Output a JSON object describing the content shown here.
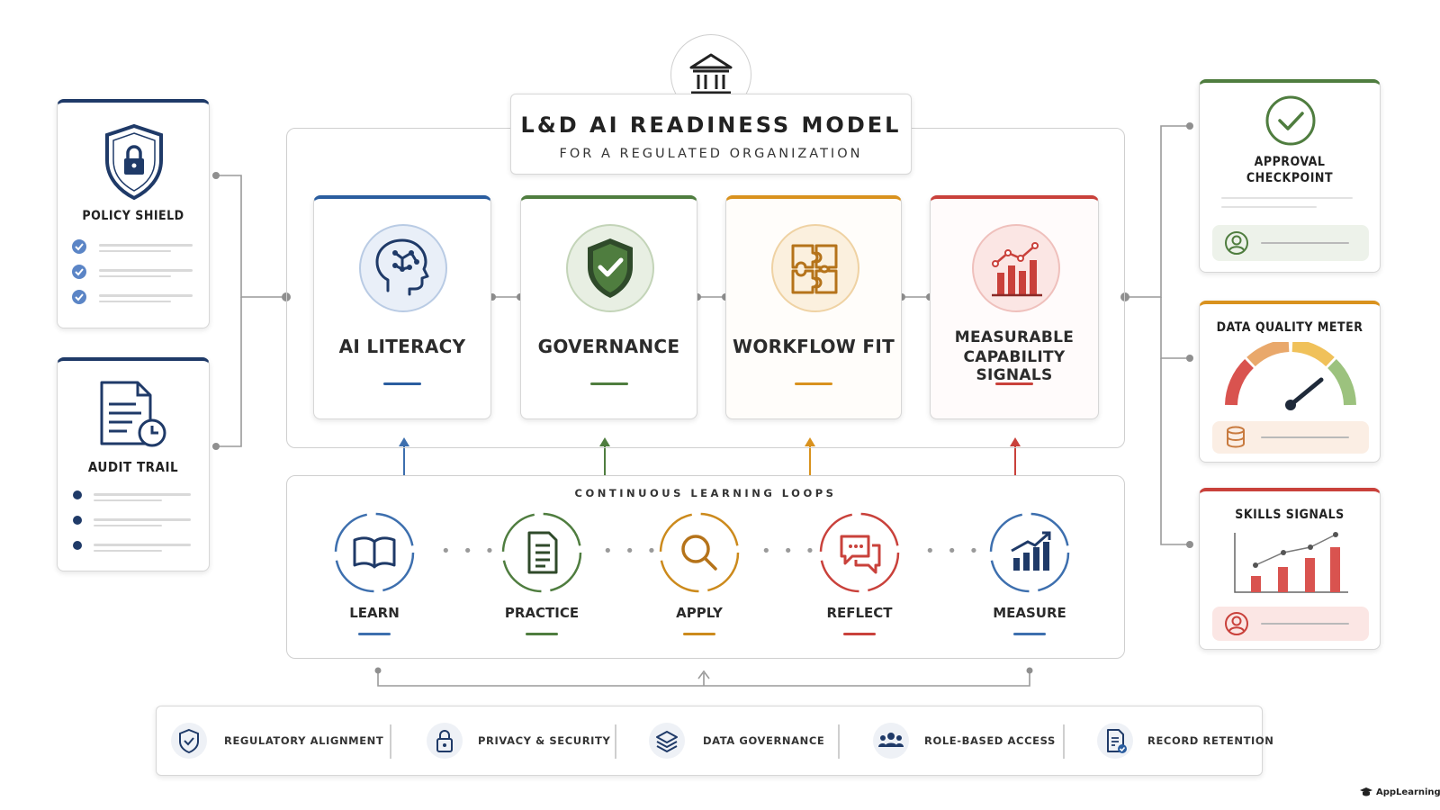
{
  "header": {
    "title": "L&D AI READINESS MODEL",
    "subtitle": "FOR A REGULATED ORGANIZATION",
    "icon": "institution-icon"
  },
  "left_cards": {
    "policy": {
      "title": "POLICY SHIELD",
      "icon": "shield-lock-icon",
      "checks": 3
    },
    "audit": {
      "title": "AUDIT TRAIL",
      "icon": "document-clock-icon",
      "bullets": 3
    }
  },
  "pillars": [
    {
      "label": "AI LITERACY",
      "icon": "brain-circuit-icon",
      "color": "#2a5d9f"
    },
    {
      "label": "GOVERNANCE",
      "icon": "shield-check-icon",
      "color": "#4f7d3f"
    },
    {
      "label": "WORKFLOW FIT",
      "icon": "puzzle-icon",
      "color": "#d9921e"
    },
    {
      "label_line1": "MEASURABLE",
      "label_line2": "CAPABILITY SIGNALS",
      "icon": "bar-chart-icon",
      "color": "#c9413b"
    }
  ],
  "loops": {
    "title": "CONTINUOUS LEARNING LOOPS",
    "items": [
      {
        "label": "LEARN",
        "icon": "book-icon",
        "color": "#3d6fae"
      },
      {
        "label": "PRACTICE",
        "icon": "document-icon",
        "color": "#4f7d3f"
      },
      {
        "label": "APPLY",
        "icon": "magnifier-icon",
        "color": "#cc8a1c"
      },
      {
        "label": "REFLECT",
        "icon": "chat-icon",
        "color": "#c9413b"
      },
      {
        "label": "MEASURE",
        "icon": "growth-chart-icon",
        "color": "#3d6fae"
      }
    ]
  },
  "right_cards": {
    "approval": {
      "title_line1": "APPROVAL",
      "title_line2": "CHECKPOINT",
      "icon": "check-circle-icon"
    },
    "data_quality": {
      "title": "DATA QUALITY METER",
      "icon": "gauge-icon"
    },
    "skills": {
      "title": "SKILLS SIGNALS",
      "icon": "skills-chart-icon"
    }
  },
  "footer": [
    {
      "label": "REGULATORY ALIGNMENT",
      "icon": "shield-check-icon"
    },
    {
      "label": "PRIVACY & SECURITY",
      "icon": "lock-icon"
    },
    {
      "label": "DATA GOVERNANCE",
      "icon": "layers-icon"
    },
    {
      "label": "ROLE-BASED ACCESS",
      "icon": "users-icon"
    },
    {
      "label": "RECORD RETENTION",
      "icon": "document-check-icon"
    }
  ],
  "brand": {
    "name": "AppLearning"
  },
  "colors": {
    "blue": "#2a5d9f",
    "green": "#4f7d3f",
    "orange": "#d9921e",
    "red": "#c9413b",
    "navy": "#1f3a68"
  }
}
